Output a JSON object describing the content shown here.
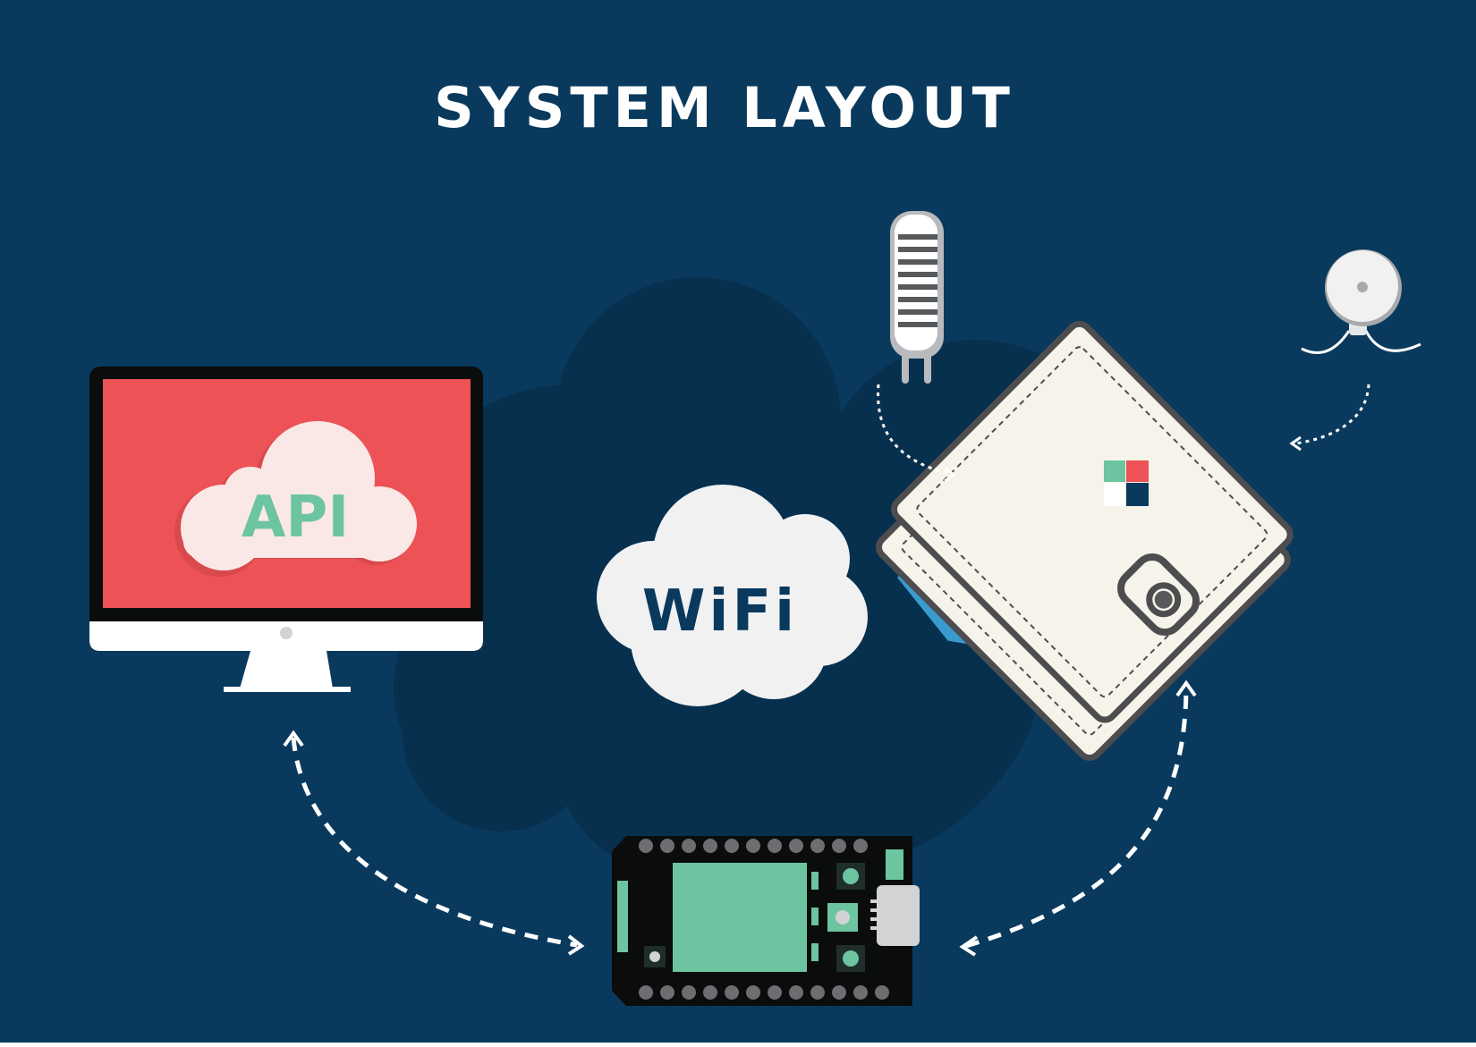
{
  "title": "SYSTEM LAYOUT",
  "nodes": {
    "computer": {
      "icon": "desktop-monitor-icon",
      "screen_label": "API"
    },
    "wifi": {
      "icon": "cloud-icon",
      "label": "WiFi"
    },
    "sensor_probe": {
      "icon": "humidity-sensor-icon"
    },
    "button_sensor": {
      "icon": "contact-sensor-icon"
    },
    "wallet": {
      "icon": "wallet-icon"
    },
    "board": {
      "icon": "microcontroller-board-icon"
    }
  },
  "connections": [
    {
      "from": "computer",
      "to": "board",
      "style": "dashed",
      "direction": "both"
    },
    {
      "from": "board",
      "to": "wallet",
      "style": "dashed",
      "direction": "both"
    },
    {
      "from": "sensor_probe",
      "to": "wallet",
      "style": "dotted",
      "direction": "one-way"
    },
    {
      "from": "button_sensor",
      "to": "wallet",
      "style": "dotted",
      "direction": "one-way"
    }
  ],
  "colors": {
    "background": "#093a5d",
    "backdrop_cloud": "#07304f",
    "screen_red": "#ec5256",
    "accent_green": "#6cc4a0",
    "cloud_white": "#f1f1f2",
    "wallet_cream": "#f6f4ea",
    "wallet_outline": "#4d4d4f",
    "wallet_blue": "#3a9bcf",
    "board_black": "#0b0c0c",
    "pin_gray": "#6d6e71"
  }
}
